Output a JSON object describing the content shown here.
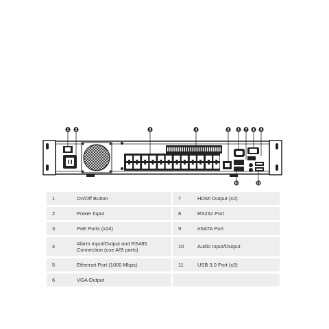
{
  "diagram": {
    "callouts": [
      "1",
      "2",
      "3",
      "4",
      "5",
      "6",
      "7",
      "8",
      "9",
      "10",
      "11"
    ]
  },
  "legend": {
    "rows": [
      {
        "left_num": "1",
        "left_label": "On/Off Button",
        "right_num": "7",
        "right_label": "HDMI Output (x2)"
      },
      {
        "left_num": "2",
        "left_label": "Power Input",
        "right_num": "8",
        "right_label": "RS232 Port"
      },
      {
        "left_num": "3",
        "left_label": "PoE Ports (x24)",
        "right_num": "9",
        "right_label": "eSATA Port"
      },
      {
        "left_num": "4",
        "left_label": "Alarm Input/Output and RS485 Connection (use A/B ports)",
        "right_num": "10",
        "right_label": "Audio Input/Output"
      },
      {
        "left_num": "5",
        "left_label": "Ethernet Port (1000 Mbps)",
        "right_num": "11",
        "right_label": "USB 3.0 Port (x2)"
      },
      {
        "left_num": "6",
        "left_label": "VGA Output",
        "right_num": "",
        "right_label": ""
      }
    ]
  }
}
